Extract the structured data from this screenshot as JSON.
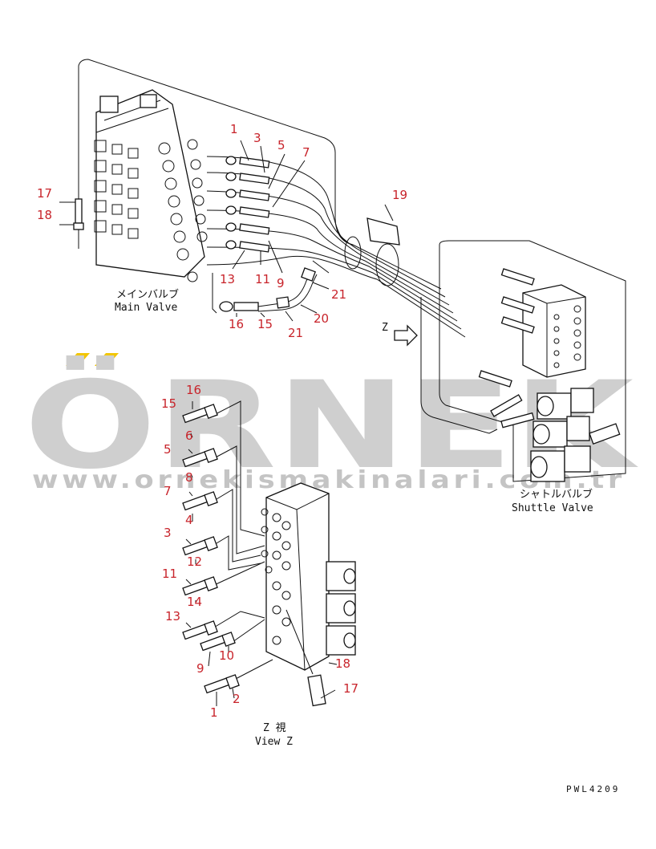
{
  "watermark": {
    "brand": "ÖRNEK",
    "url": "www.ornekismakinalari.com.tr",
    "accent": "#f2c500"
  },
  "components": {
    "main_valve_jp": "メインバルブ",
    "main_valve_en": "Main Valve",
    "shuttle_valve_jp": "シャトルバルブ",
    "shuttle_valve_en": "Shuttle Valve",
    "view_jp": "Z 視",
    "view_en": "View Z",
    "view_arrow": "Z"
  },
  "drawing_code": "PWL4209",
  "part_labels": [
    "1",
    "3",
    "5",
    "7",
    "17",
    "18",
    "19",
    "13",
    "11",
    "9",
    "21",
    "16",
    "15",
    "21",
    "20",
    "16",
    "15",
    "6",
    "5",
    "8",
    "7",
    "4",
    "3",
    "12",
    "11",
    "14",
    "13",
    "10",
    "9",
    "18",
    "17",
    "2",
    "1"
  ]
}
